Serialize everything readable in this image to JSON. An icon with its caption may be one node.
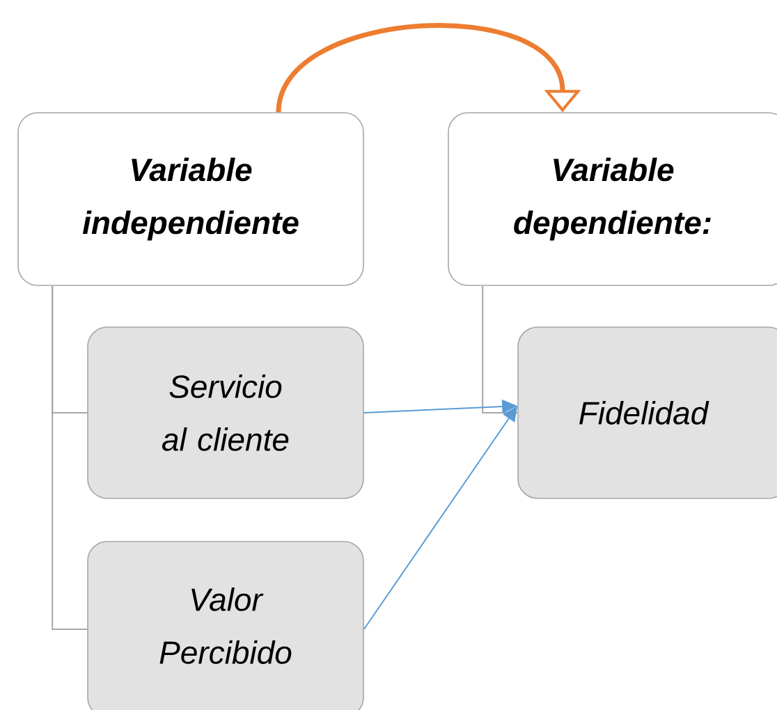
{
  "diagram": {
    "nodes": [
      {
        "text": [
          "Variable independiente"
        ]
      },
      {
        "text": [
          "Servicio al cliente"
        ]
      },
      {
        "text": [
          "Valor Percibido"
        ]
      },
      {
        "text": [
          "Variable dependiente:"
        ]
      },
      {
        "text": [
          "Fidelidad"
        ]
      }
    ],
    "edges": [
      {
        "from": 0,
        "to": 3,
        "arrow": "to",
        "style": "thick",
        "color": "#ed7d31"
      },
      {
        "from": 0,
        "to": 1,
        "arrow": "none"
      },
      {
        "from": 0,
        "to": 2,
        "arrow": "none"
      },
      {
        "from": 3,
        "to": 4,
        "arrow": "none"
      },
      {
        "from": 1,
        "to": 4,
        "arrow": "to",
        "color": "#5b9bd5"
      },
      {
        "from": 2,
        "to": 4,
        "arrow": "to",
        "color": "#5b9bd5"
      }
    ]
  }
}
